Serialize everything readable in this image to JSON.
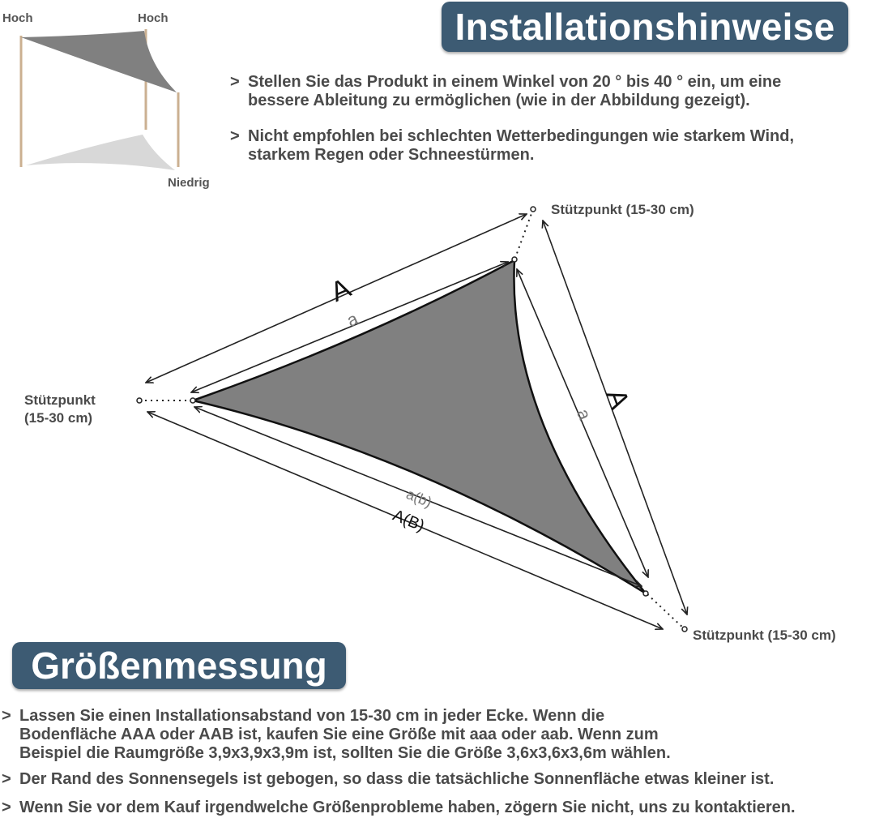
{
  "install": {
    "title": "Installationshinweise",
    "tips": [
      {
        "arrow": ">",
        "text": "Stellen Sie das Produkt in einem Winkel von 20 ° bis 40 ° ein, um eine\nbessere Ableitung zu ermöglichen (wie in der Abbildung gezeigt)."
      },
      {
        "arrow": ">",
        "text": "Nicht empfohlen bei schlechten Wetterbedingungen wie starkem Wind,\nstarkem Regen oder Schneestürmen."
      }
    ]
  },
  "angle_figure": {
    "label_high_left": "Hoch",
    "label_high_right": "Hoch",
    "label_low": "Niedrig"
  },
  "diagram": {
    "point_label": "Stützpunkt (15-30 cm)",
    "point_label_left": "Stützpunkt\n(15-30 cm)",
    "outer_side": "A",
    "inner_side": "a",
    "inner_base": "a(b)",
    "outer_base": "A(B)"
  },
  "size": {
    "title": "Größenmessung",
    "tips": [
      {
        "arrow": ">",
        "text": "Lassen Sie einen Installationsabstand von 15-30 cm in jeder Ecke. Wenn die\nBodenfläche AAA oder AAB ist, kaufen Sie eine Größe mit aaa oder aab. Wenn zum\nBeispiel die Raumgröße 3,9x3,9x3,9m ist, sollten Sie die Größe 3,6x3,6x3,6m wählen."
      },
      {
        "arrow": ">",
        "text": "Der Rand des Sonnensegels ist gebogen, so dass die tatsächliche Sonnenfläche etwas kleiner ist."
      },
      {
        "arrow": ">",
        "text": "Wenn Sie vor dem Kauf irgendwelche Größenprobleme haben, zögern Sie nicht, uns zu kontaktieren."
      }
    ]
  },
  "colors": {
    "banner": "#3d5b73",
    "sail": "#808080",
    "sail_light": "#d4d4d4",
    "pole": "#c9a98a"
  }
}
